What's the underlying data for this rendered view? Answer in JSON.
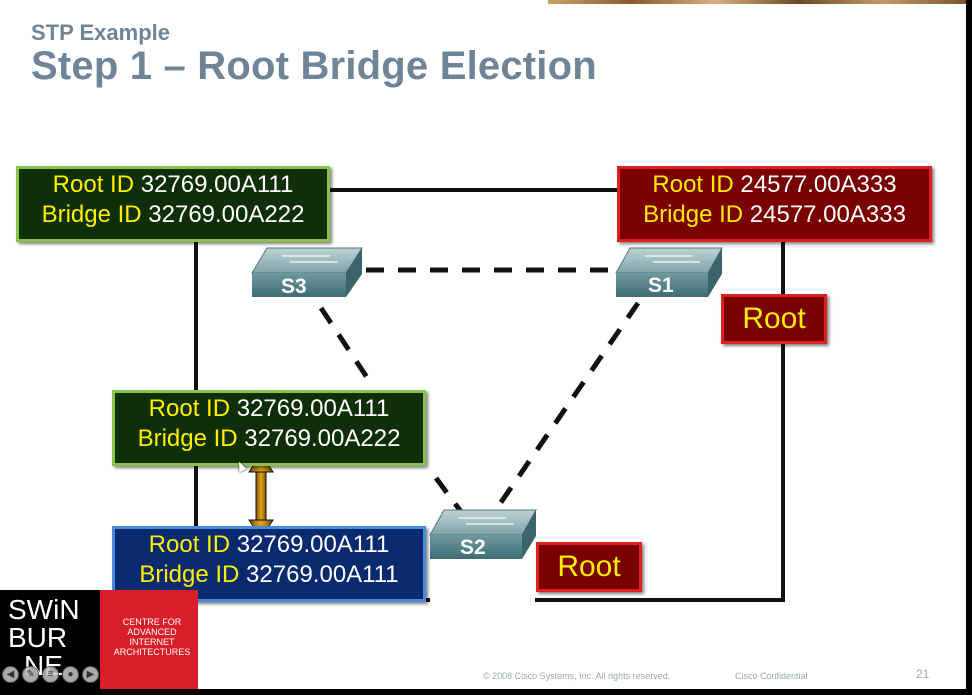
{
  "slide": {
    "subtitle": "STP Example",
    "title": "Step 1 – Root Bridge Election"
  },
  "boxes": {
    "s3": {
      "root_label": "Root ID",
      "root_value": " 32769.00A111",
      "bridge_label": "Bridge ID",
      "bridge_value": " 32769.00A222",
      "color": "#0f2f08"
    },
    "s1": {
      "root_label": "Root ID",
      "root_value": " 24577.00A333",
      "bridge_label": "Bridge ID",
      "bridge_value": " 24577.00A333",
      "color": "#7a0000"
    },
    "s2_received": {
      "root_label": "Root ID",
      "root_value": " 32769.00A111",
      "bridge_label": "Bridge ID",
      "bridge_value": " 32769.00A222",
      "color": "#0f2f08"
    },
    "s2": {
      "root_label": "Root ID",
      "root_value": " 32769.00A111",
      "bridge_label": "Bridge ID",
      "bridge_value": " 32769.00A111",
      "color": "#0a2a70"
    }
  },
  "root_labels": {
    "s1": "Root",
    "s2": "Root"
  },
  "switches": {
    "s1": "S1",
    "s2": "S2",
    "s3": "S3"
  },
  "logo": {
    "line1": "SWiN",
    "line2": "BUR",
    "line3": "NE",
    "centre": "CENTRE FOR ADVANCED INTERNET ARCHITECTURES",
    "accent": "#d81e28"
  },
  "footer": {
    "copyright": "© 2008 Cisco Systems, Inc. All rights reserved.",
    "confidential": "Cisco Confidential",
    "page": "21"
  },
  "nav_icons": [
    "back-arrow-icon",
    "pen-icon",
    "menu-icon",
    "pointer-icon",
    "forward-arrow-icon"
  ]
}
